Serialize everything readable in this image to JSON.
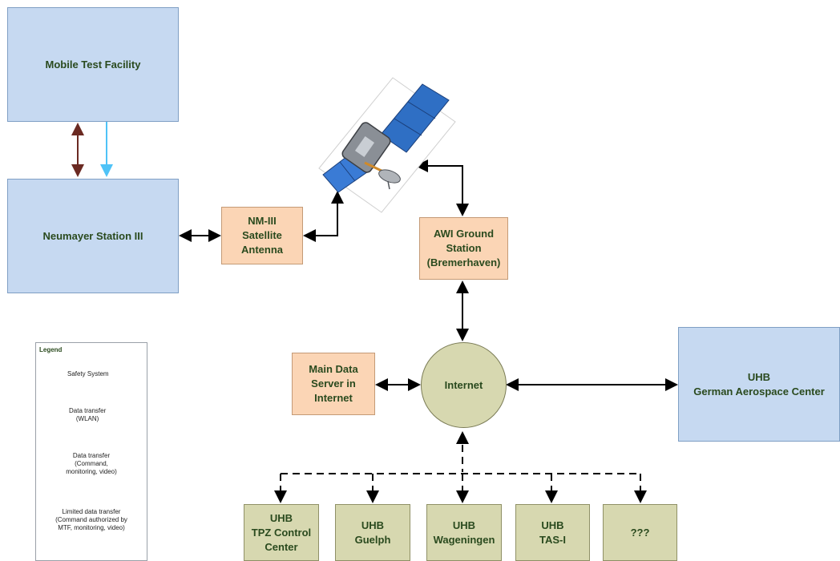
{
  "nodes": {
    "mobile_test_facility": "Mobile Test Facility",
    "neumayer_station": "Neumayer Station III",
    "nm3_antenna": "NM-III\nSatellite\nAntenna",
    "awi_ground_station": "AWI Ground\nStation\n(Bremerhaven)",
    "main_data_server": "Main Data\nServer in\nInternet",
    "internet": "Internet",
    "uhb_dlr": "UHB\nGerman Aerospace Center",
    "uhb_tpz": "UHB\nTPZ Control\nCenter",
    "uhb_guelph": "UHB\nGuelph",
    "uhb_wageningen": "UHB\nWageningen",
    "uhb_tasi": "UHB\nTAS-I",
    "unknown": "???"
  },
  "legend": {
    "title": "Legend",
    "safety": "Safety System",
    "wlan": "Data transfer\n(WLAN)",
    "data": "Data transfer\n(Command,\nmonitoring, video)",
    "limited": "Limited data transfer\n(Command authorized by\nMTF, monitoring, video)"
  },
  "colors": {
    "safety_arrow": "#4fc3f7",
    "wlan_arrow": "#6b2a22",
    "data_arrow": "#000000",
    "box_blue": "#c6d9f1",
    "box_peach": "#fbd5b5",
    "box_olive": "#d7d8b0",
    "text": "#2a4a1e"
  },
  "icons": {
    "satellite": "satellite-icon"
  }
}
